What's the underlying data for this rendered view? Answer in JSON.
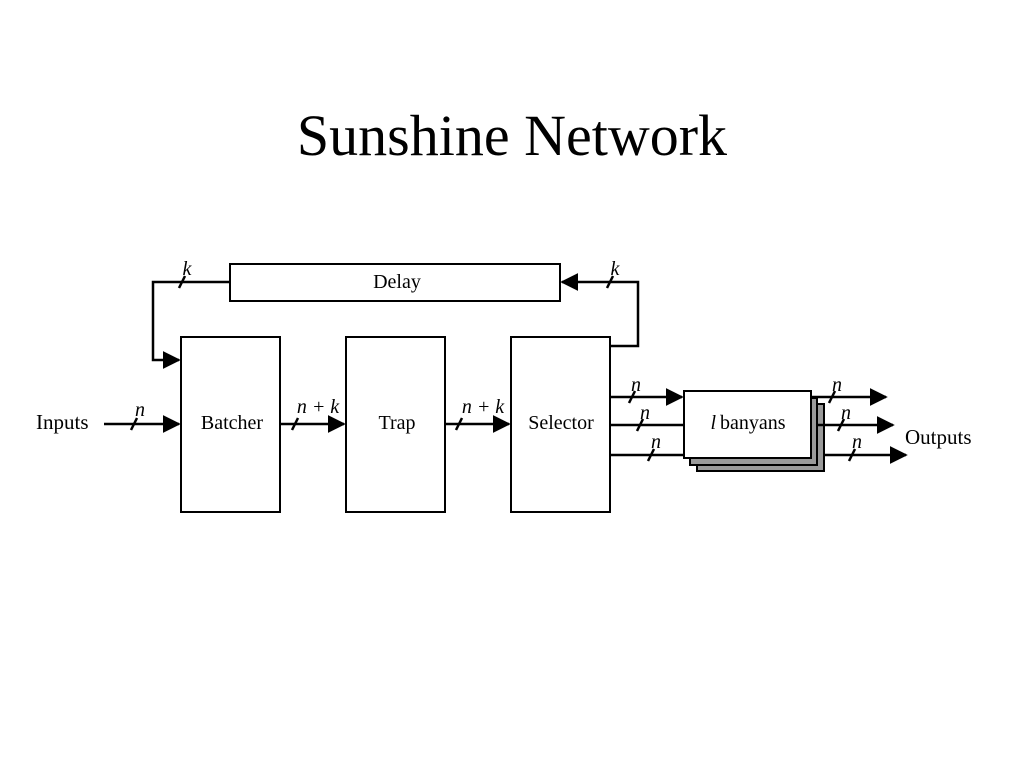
{
  "slide": {
    "title": "Sunshine Network"
  },
  "diagram": {
    "nodes": {
      "delay": "Delay",
      "batcher": "Batcher",
      "trap": "Trap",
      "selector": "Selector",
      "banyans_prefix": "l",
      "banyans_label": "banyans"
    },
    "io": {
      "inputs": "Inputs",
      "outputs": "Outputs"
    },
    "edge_labels": {
      "input_width": "n",
      "batcher_to_trap": "n + k",
      "trap_to_selector": "n + k",
      "selector_to_delay": "k",
      "delay_to_batcher": "k",
      "selector_to_banyans_1": "n",
      "selector_to_banyans_2": "n",
      "selector_to_banyans_3": "n",
      "banyans_out_1": "n",
      "banyans_out_2": "n",
      "banyans_out_3": "n"
    }
  }
}
